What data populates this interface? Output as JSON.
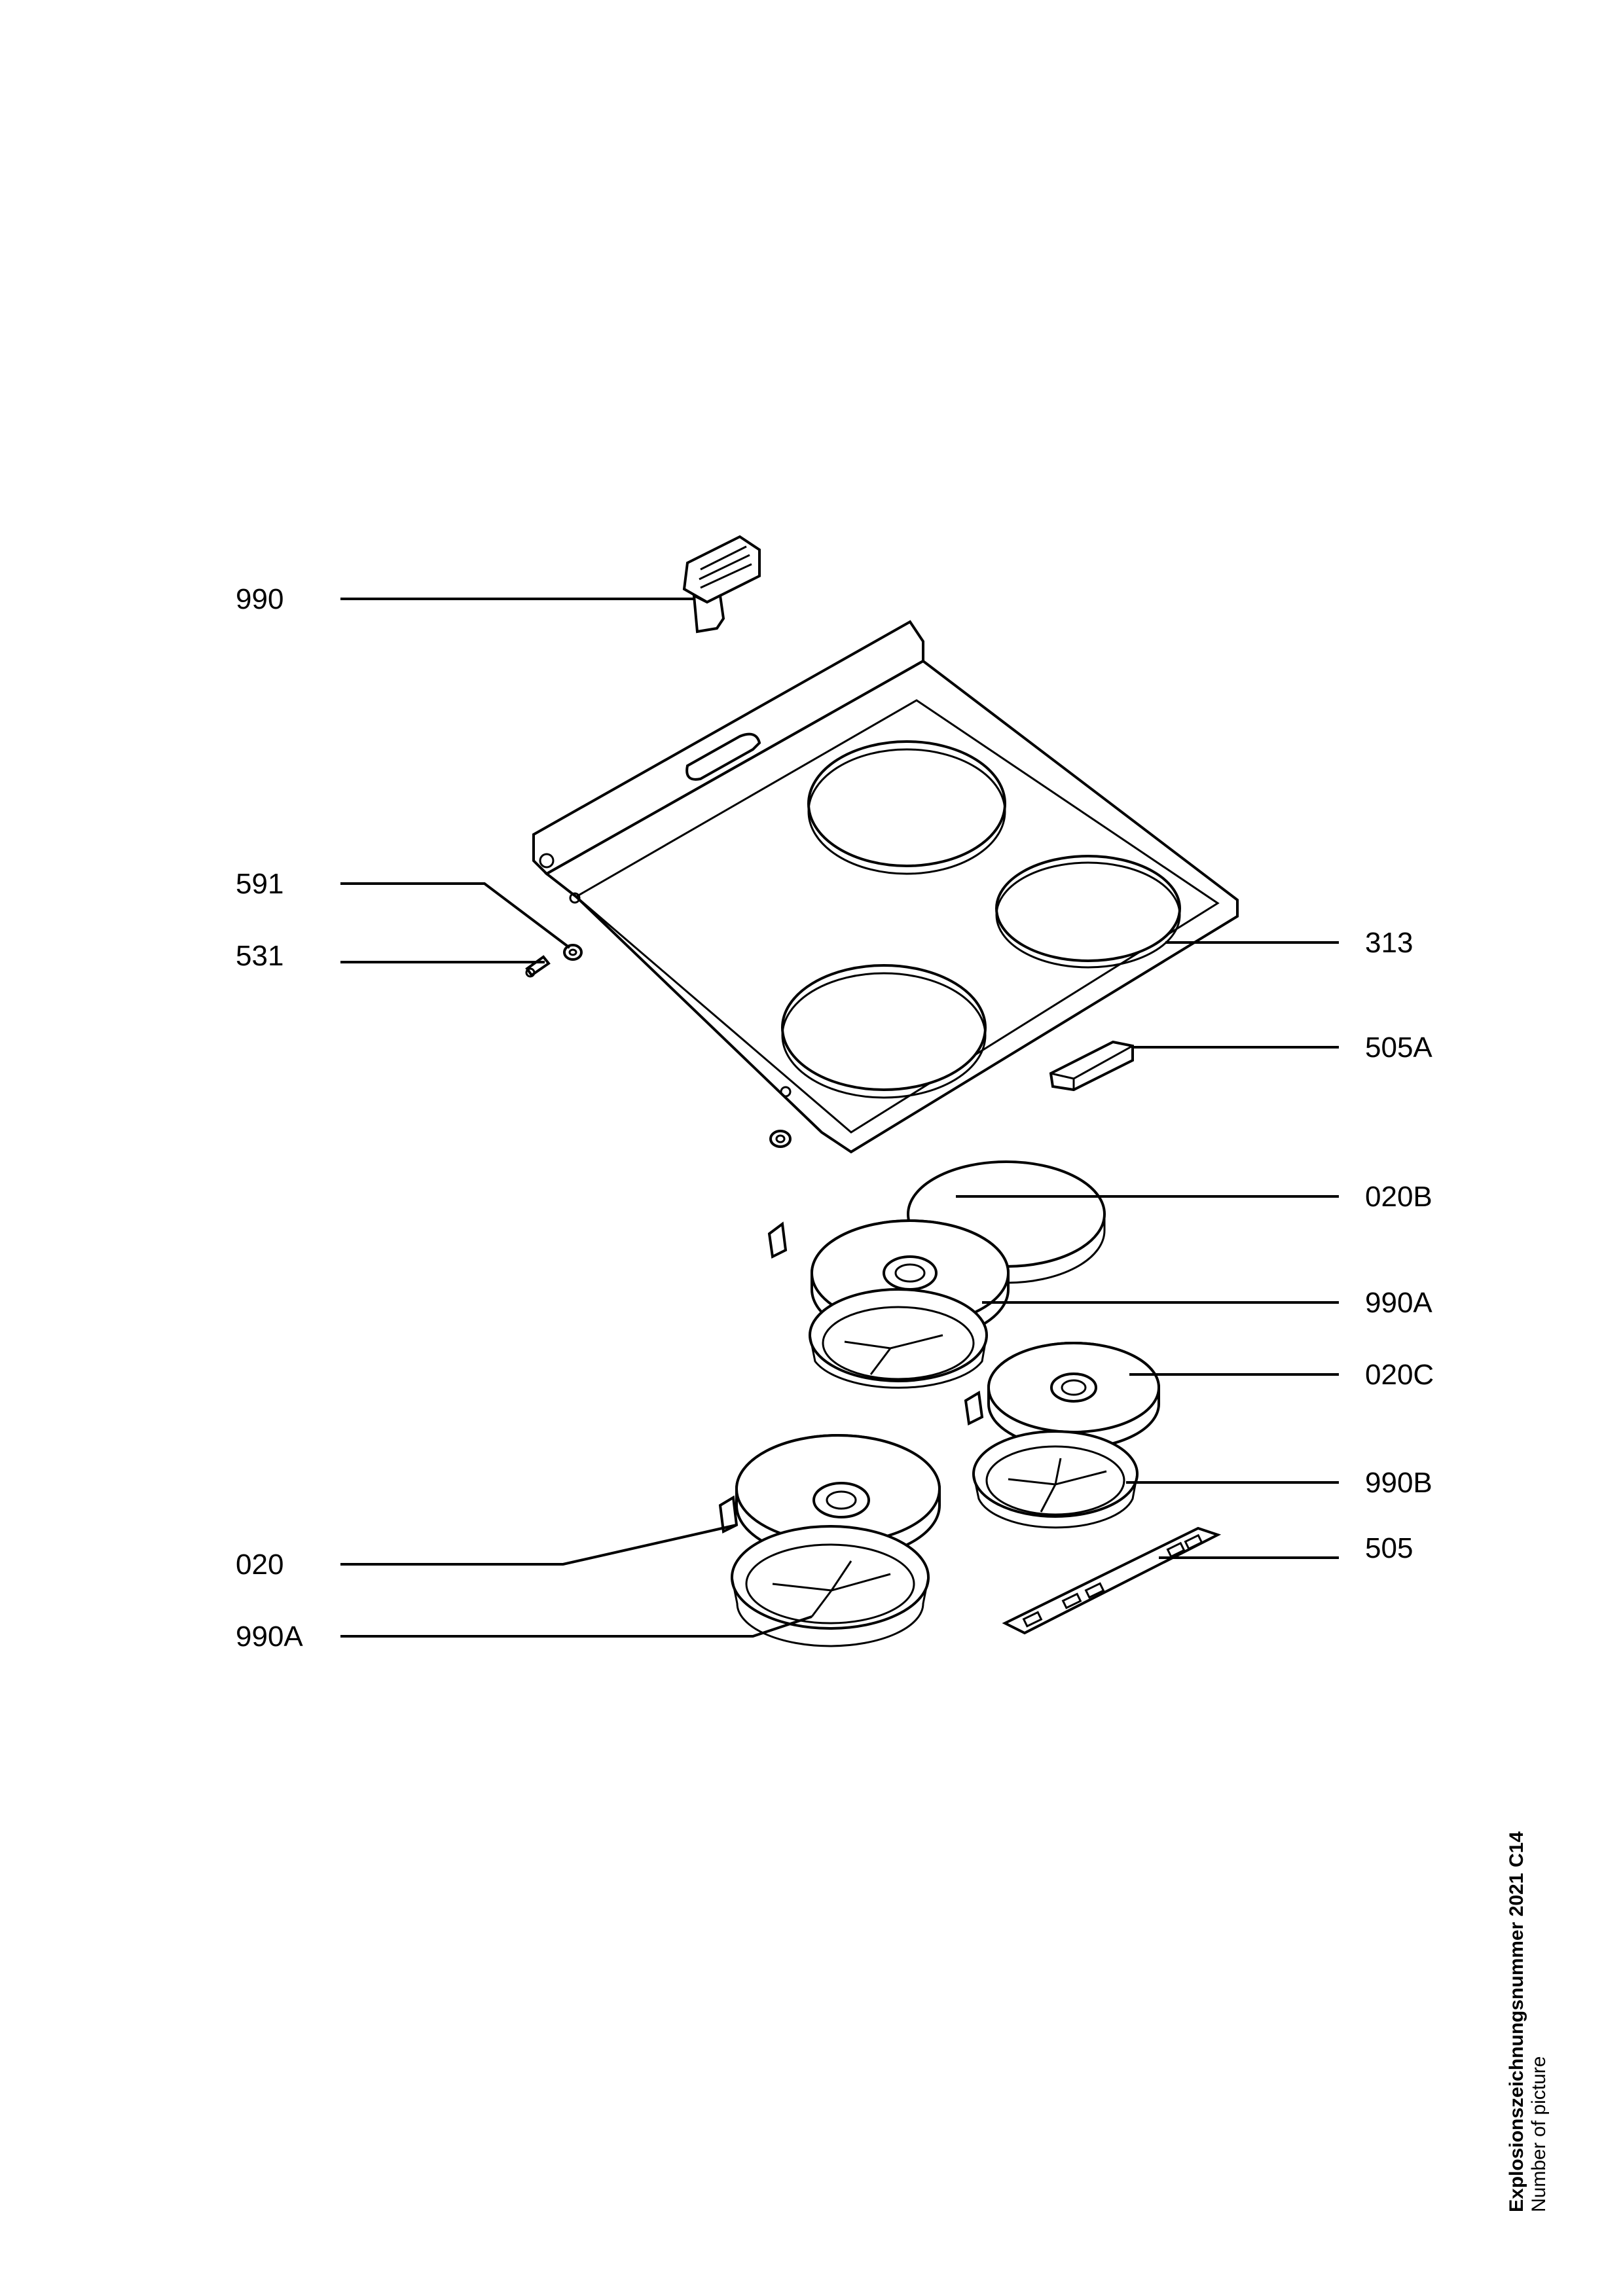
{
  "labels": {
    "p990": "990",
    "p591": "591",
    "p531": "531",
    "p020": "020",
    "p990a_left": "990A",
    "p313": "313",
    "p505a": "505A",
    "p020b": "020B",
    "p990a_right": "990A",
    "p020c": "020C",
    "p990b": "990B",
    "p505": "505"
  },
  "footer": {
    "title": "Explosionszeichnungsnummer 2021 C14",
    "subtitle": "Number of picture"
  }
}
